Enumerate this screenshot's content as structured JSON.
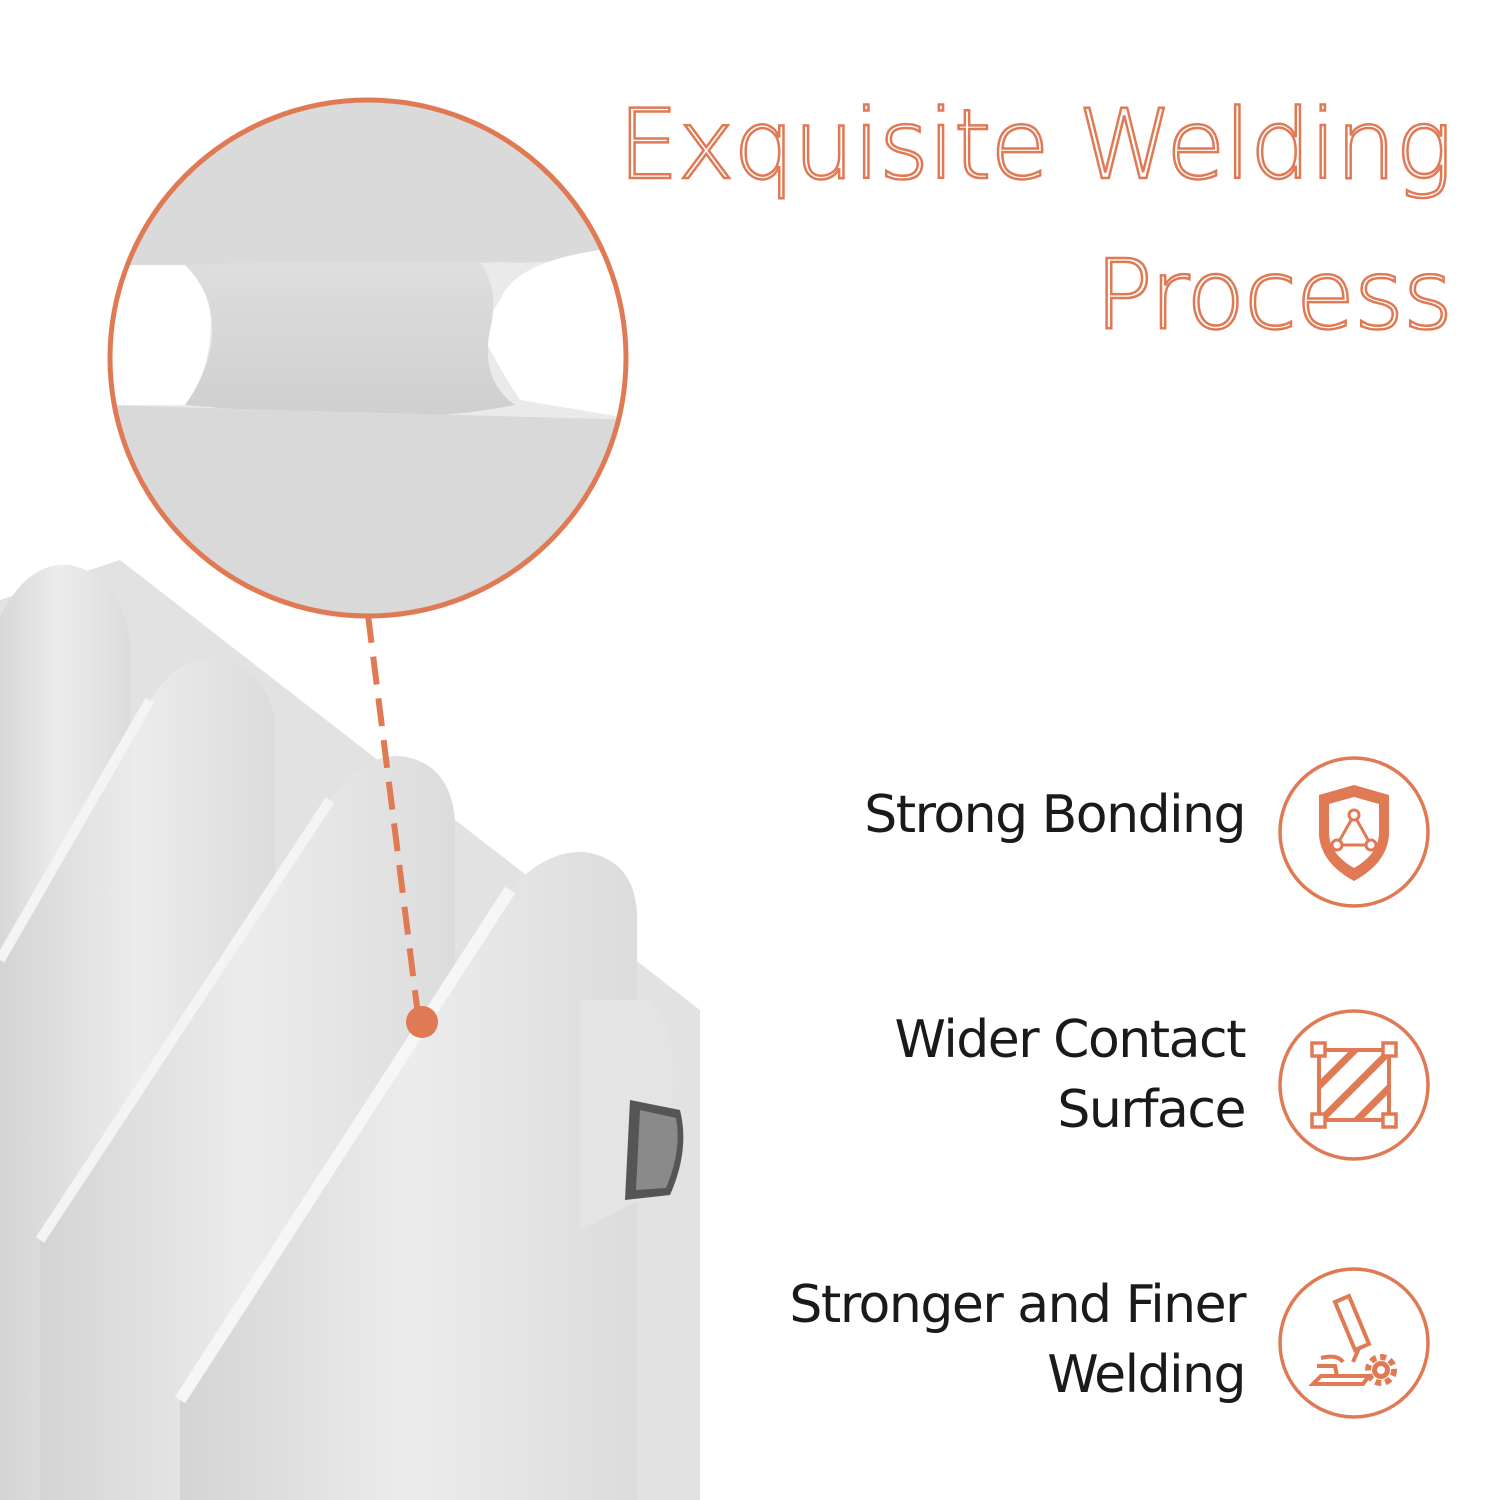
{
  "headline": {
    "line1": "Exquisite Welding",
    "line2": "Process"
  },
  "features": [
    {
      "lines": [
        "Strong Bonding"
      ],
      "icon": "shield-triangle-icon"
    },
    {
      "lines": [
        "Wider Contact",
        "Surface"
      ],
      "icon": "hatched-square-icon"
    },
    {
      "lines": [
        "Stronger and Finer",
        "Welding"
      ],
      "icon": "microscope-gear-icon"
    }
  ],
  "colors": {
    "accent": "#e07a55",
    "text": "#1a1a1a",
    "radiator": "#e6e6e6",
    "background": "#ffffff"
  }
}
